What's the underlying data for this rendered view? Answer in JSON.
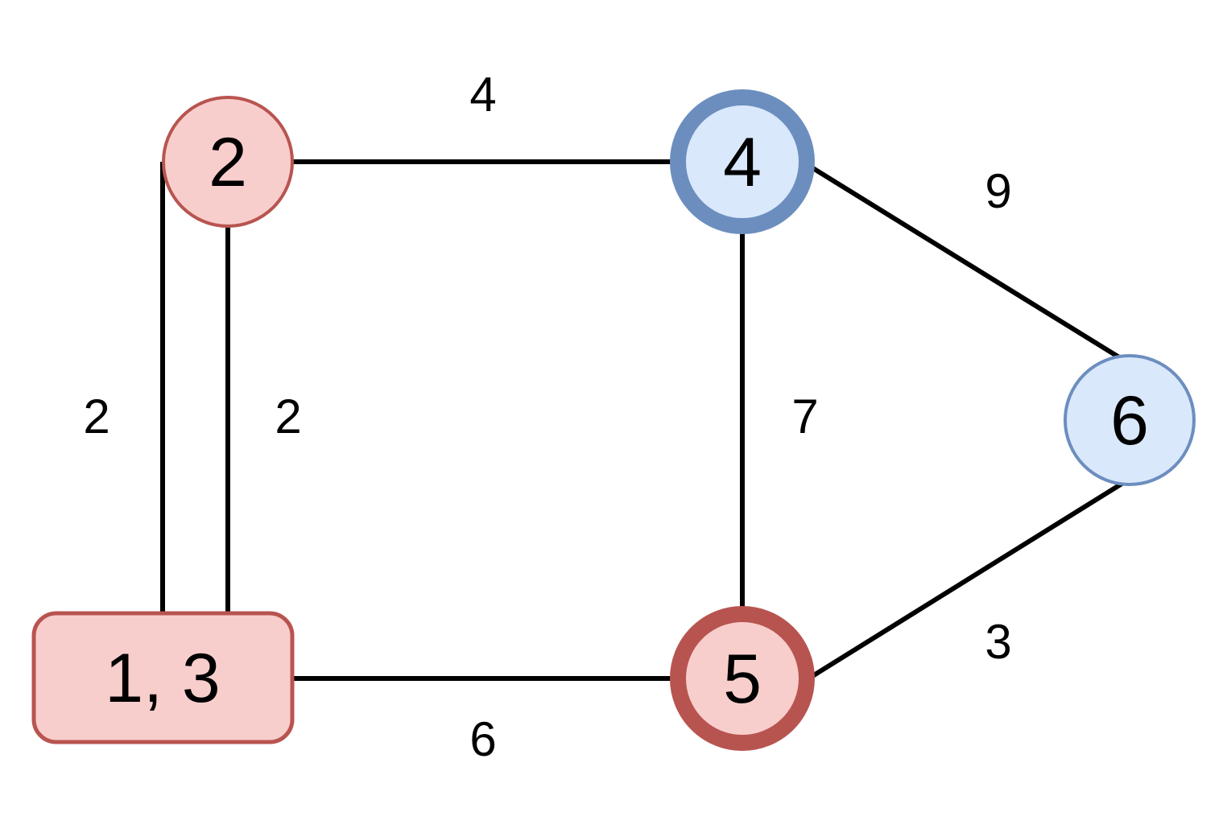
{
  "diagram": {
    "type": "weighted-graph",
    "colors": {
      "background": "#ffffff",
      "edge_line": "#000000",
      "label_text": "#000000",
      "red_node_fill": "#f8cecc",
      "red_node_stroke": "#b85450",
      "blue_node_fill": "#dae8fc",
      "blue_node_stroke": "#6c8ebf"
    },
    "nodes": [
      {
        "id": "2",
        "label": "2",
        "shape": "circle",
        "fill": "#f8cecc",
        "stroke": "#b85450",
        "emphasized": false
      },
      {
        "id": "4",
        "label": "4",
        "shape": "circle",
        "fill": "#dae8fc",
        "stroke": "#6c8ebf",
        "emphasized": true
      },
      {
        "id": "6",
        "label": "6",
        "shape": "circle",
        "fill": "#dae8fc",
        "stroke": "#6c8ebf",
        "emphasized": false
      },
      {
        "id": "5",
        "label": "5",
        "shape": "circle",
        "fill": "#f8cecc",
        "stroke": "#b85450",
        "emphasized": true
      },
      {
        "id": "1,3",
        "label": "1, 3",
        "shape": "rounded-rect",
        "fill": "#f8cecc",
        "stroke": "#b85450",
        "emphasized": false
      }
    ],
    "edges": [
      {
        "from": "2",
        "to": "4",
        "weight": "4"
      },
      {
        "from": "2",
        "to": "1,3",
        "weight": "2"
      },
      {
        "from": "2",
        "to": "1,3",
        "weight": "2"
      },
      {
        "from": "4",
        "to": "6",
        "weight": "9"
      },
      {
        "from": "4",
        "to": "5",
        "weight": "7"
      },
      {
        "from": "6",
        "to": "5",
        "weight": "3"
      },
      {
        "from": "1,3",
        "to": "5",
        "weight": "6"
      }
    ]
  }
}
